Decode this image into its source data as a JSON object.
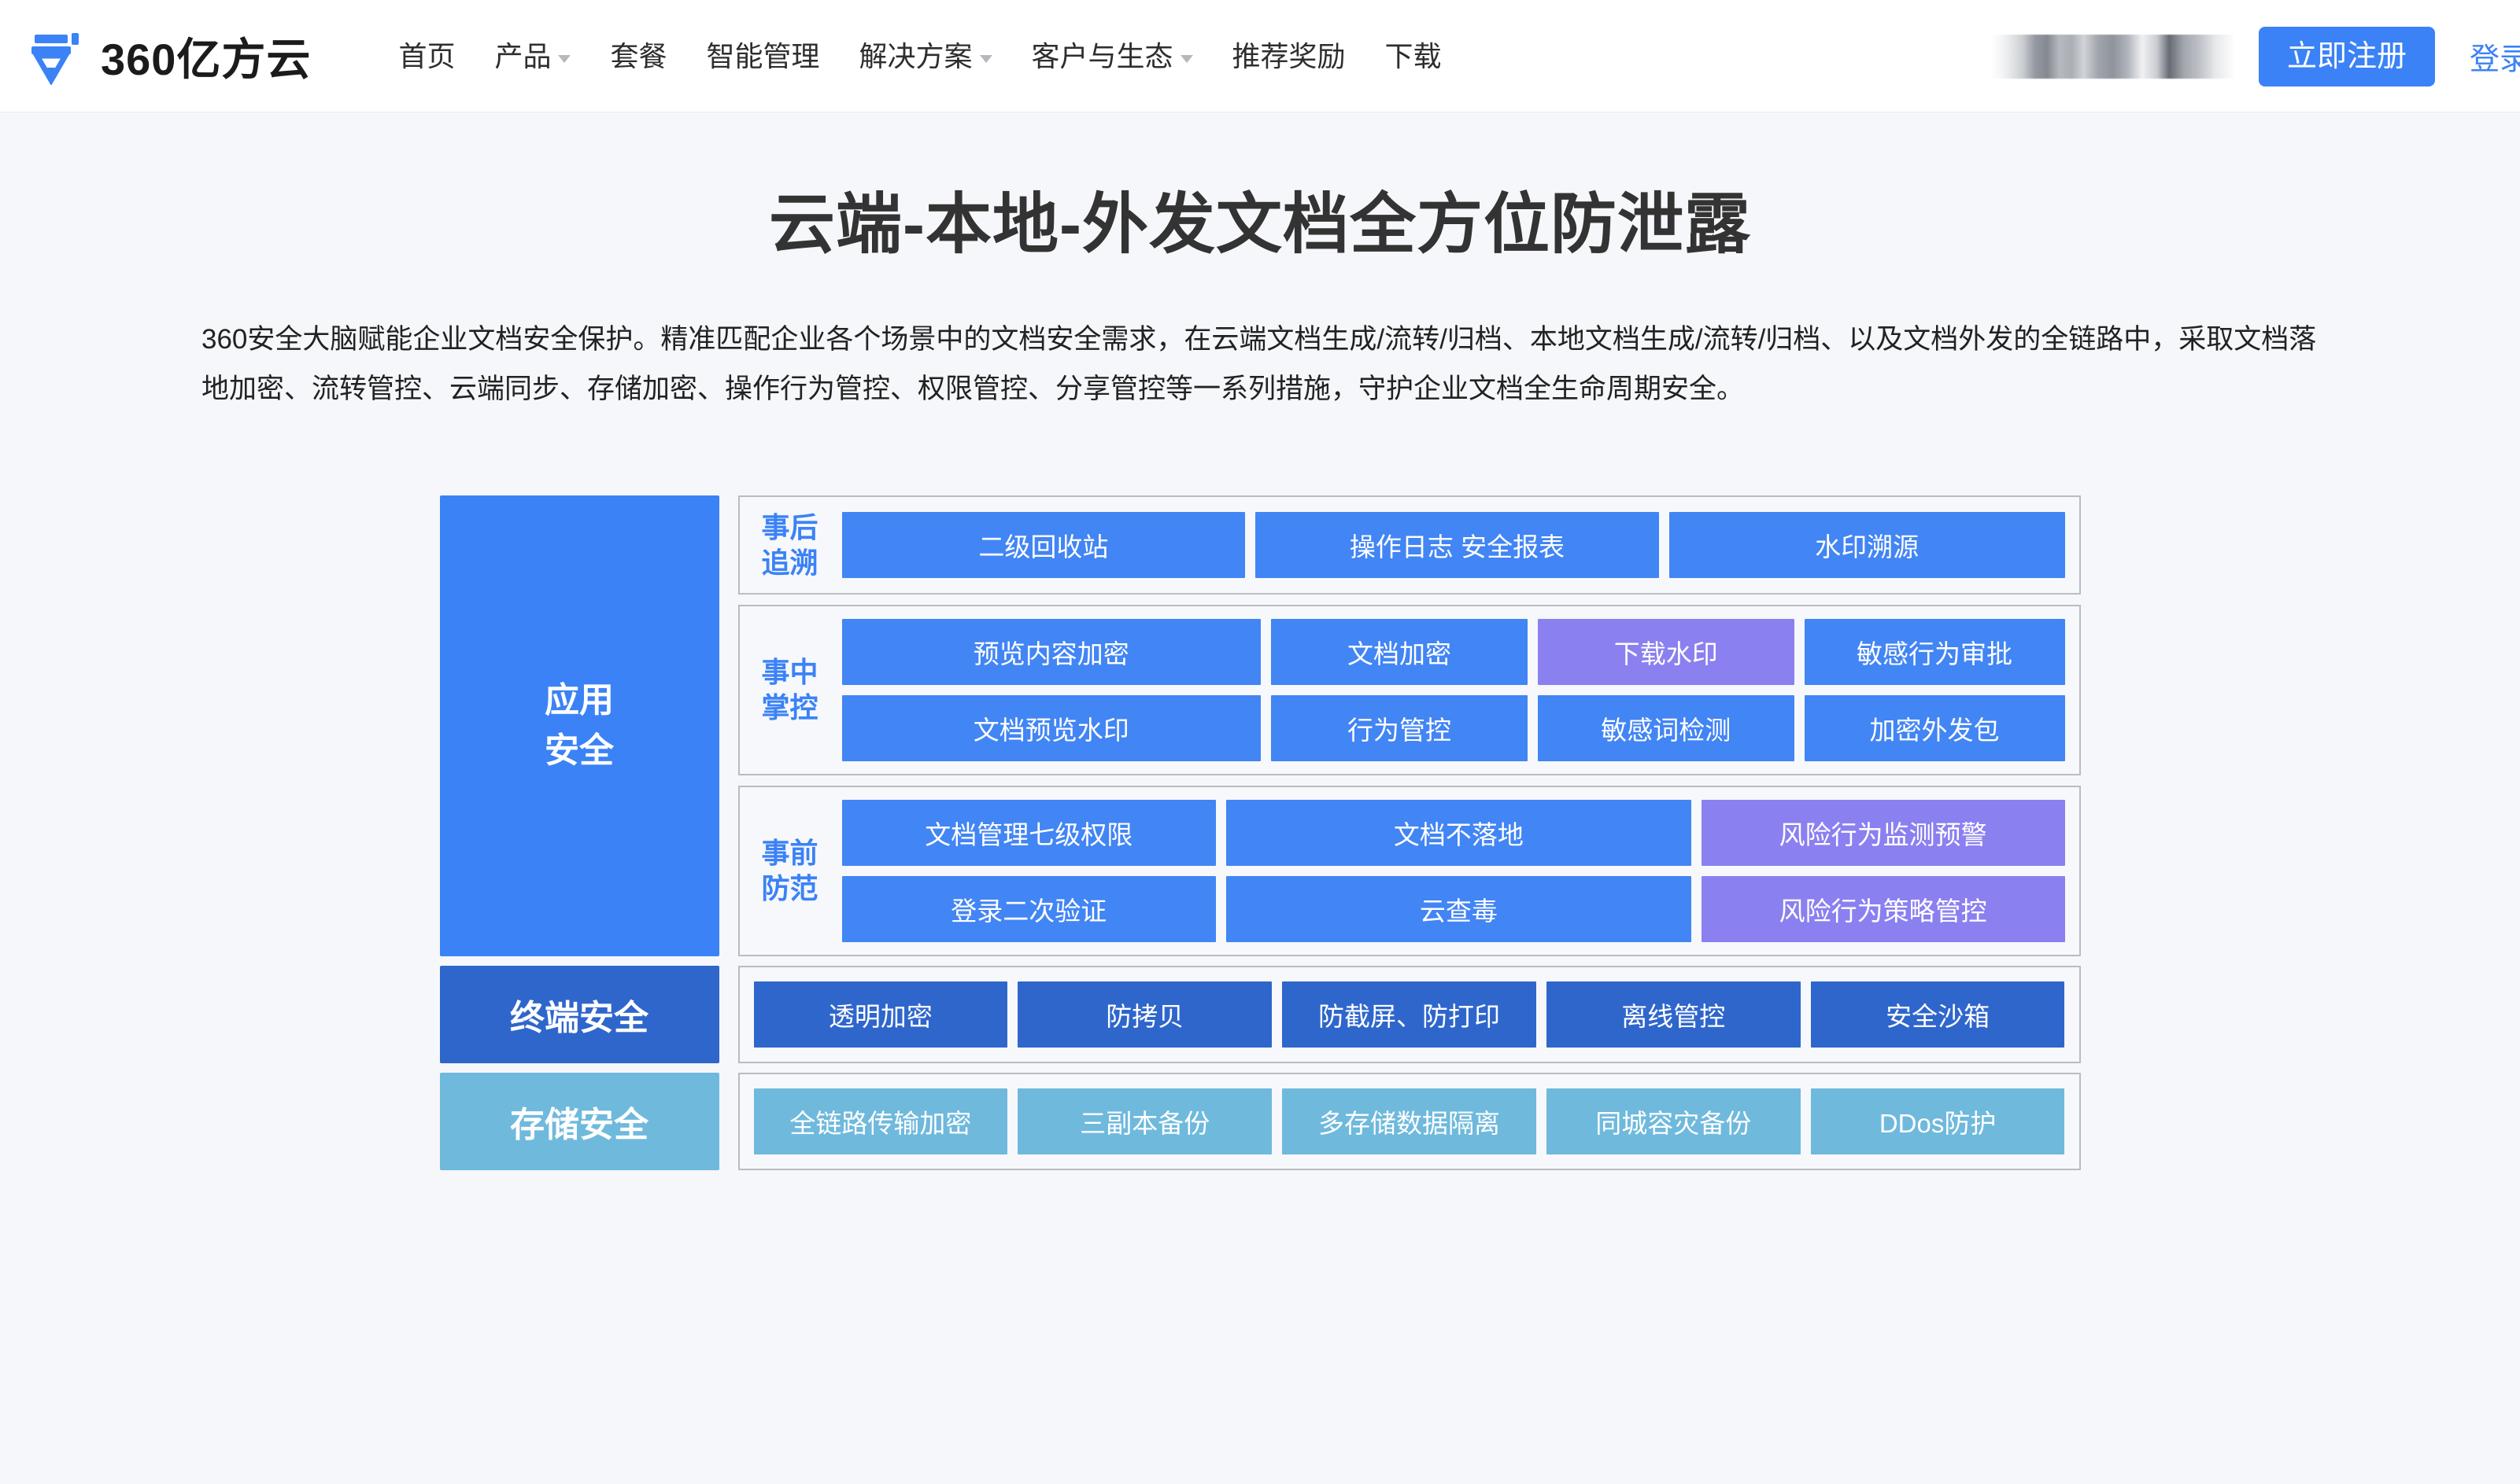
{
  "header": {
    "brand_name": "360亿方云",
    "logo_icon": "yifangyun-pen-logo-icon",
    "nav": [
      {
        "label": "首页",
        "has_dropdown": false
      },
      {
        "label": "产品",
        "has_dropdown": true
      },
      {
        "label": "套餐",
        "has_dropdown": false
      },
      {
        "label": "智能管理",
        "has_dropdown": false
      },
      {
        "label": "解决方案",
        "has_dropdown": true
      },
      {
        "label": "客户与生态",
        "has_dropdown": true
      },
      {
        "label": "推荐奖励",
        "has_dropdown": false
      },
      {
        "label": "下载",
        "has_dropdown": false
      }
    ],
    "phone_redacted": "",
    "register_label": "立即注册",
    "login_label": "登录",
    "accent_color": "#3b82f6"
  },
  "hero": {
    "title": "云端-本地-外发文档全方位防泄露",
    "description": "360安全大脑赋能企业文档安全保护。精准匹配企业各个场景中的文档安全需求，在云端文档生成/流转/归档、本地文档生成/流转/归档、以及文档外发的全链路中，采取文档落地加密、流转管控、云端同步、存储加密、操作行为管控、权限管控、分享管控等一系列措施，守护企业文档全生命周期安全。"
  },
  "diagram": {
    "application_security_label": [
      "应用",
      "安全"
    ],
    "colors": {
      "tile_blue": "#4285f4",
      "tile_purple": "#8b80f0",
      "endpoint_blue": "#2f66cc",
      "storage_blue": "#6fb9dd",
      "panel_border": "#b9bcc2",
      "panel_bg": "#f6f8fb"
    },
    "phases": [
      {
        "label": [
          "事后",
          "追溯"
        ],
        "layout": "grid-3",
        "rows": [
          [
            {
              "text": "二级回收站",
              "tone": "blue"
            },
            {
              "text": "操作日志   安全报表",
              "tone": "blue"
            },
            {
              "text": "水印溯源",
              "tone": "blue"
            }
          ]
        ]
      },
      {
        "label": [
          "事中",
          "掌控"
        ],
        "layout": "grid-4",
        "rows": [
          [
            {
              "text": "预览内容加密",
              "tone": "blue"
            },
            {
              "text": "文档加密",
              "tone": "blue"
            },
            {
              "text": "下载水印",
              "tone": "purple"
            },
            {
              "text": "敏感行为审批",
              "tone": "blue"
            }
          ],
          [
            {
              "text": "文档预览水印",
              "tone": "blue"
            },
            {
              "text": "行为管控",
              "tone": "blue"
            },
            {
              "text": "敏感词检测",
              "tone": "blue"
            },
            {
              "text": "加密外发包",
              "tone": "blue"
            }
          ]
        ]
      },
      {
        "label": [
          "事前",
          "防范"
        ],
        "layout": "grid-3b",
        "rows": [
          [
            {
              "text": "文档管理七级权限",
              "tone": "blue"
            },
            {
              "text": "文档不落地",
              "tone": "blue"
            },
            {
              "text": "风险行为监测预警",
              "tone": "purple"
            }
          ],
          [
            {
              "text": "登录二次验证",
              "tone": "blue"
            },
            {
              "text": "云查毒",
              "tone": "blue"
            },
            {
              "text": "风险行为策略管控",
              "tone": "purple"
            }
          ]
        ]
      }
    ],
    "bands": [
      {
        "label": "终端安全",
        "tone": "endpoint",
        "tiles": [
          "透明加密",
          "防拷贝",
          "防截屏、防打印",
          "离线管控",
          "安全沙箱"
        ]
      },
      {
        "label": "存储安全",
        "tone": "storage",
        "tiles": [
          "全链路传输加密",
          "三副本备份",
          "多存储数据隔离",
          "同城容灾备份",
          "DDos防护"
        ]
      }
    ]
  }
}
